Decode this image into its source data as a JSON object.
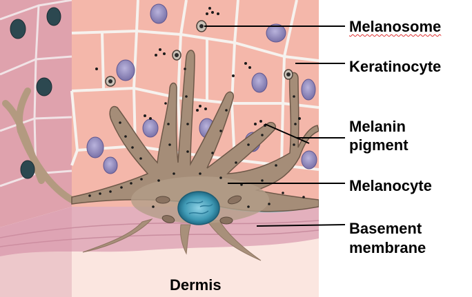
{
  "labels": {
    "melanosome": "Melanosome",
    "keratinocyte": "Keratinocyte",
    "melanin_line1": "Melanin",
    "melanin_line2": "pigment",
    "melanocyte": "Melanocyte",
    "basement_line1": "Basement",
    "basement_line2": "membrane",
    "dermis": "Dermis"
  },
  "colors": {
    "keratinocyte_fill": "#f4b7aa",
    "left_shaded_panel": "#dfa2ad",
    "cell_border": "#f6f2ee",
    "nucleus": "#8d86b6",
    "melanocyte": "#a58d78",
    "melanocyte_nucleus": "#3f99b4",
    "basement_membrane": "#8fd0dc",
    "dermis": "#fbe6e0",
    "dermis_layers": "#d8a0b1",
    "leader_line": "#000000"
  }
}
